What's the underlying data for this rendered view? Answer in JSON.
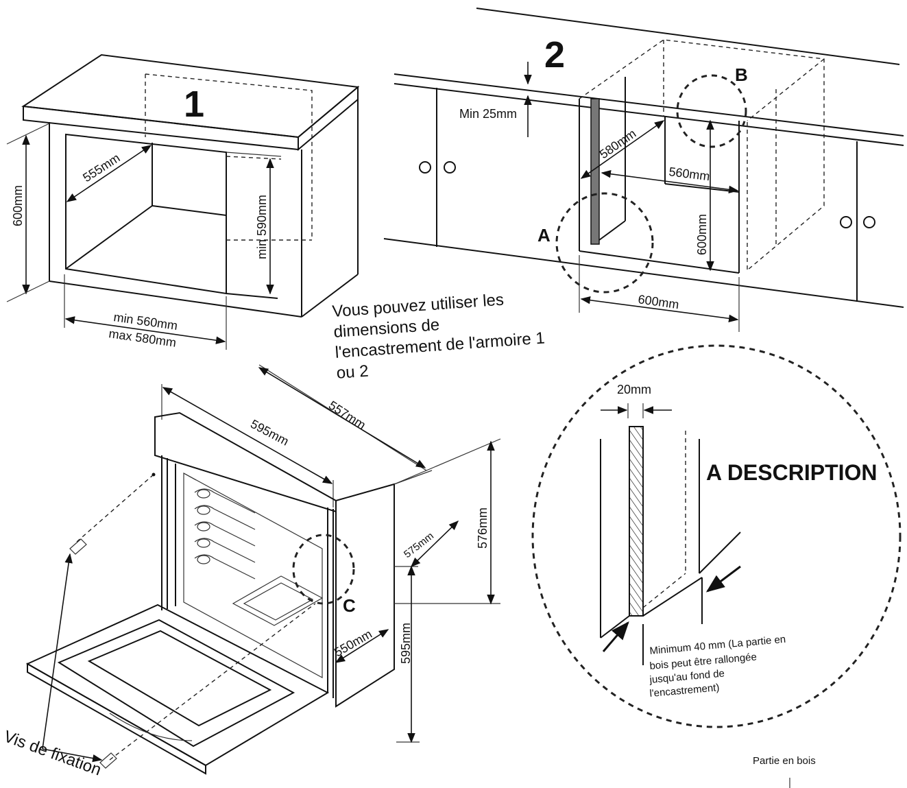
{
  "figure1": {
    "number": "1",
    "depth": "555mm",
    "height": "600mm",
    "min_height": "min 590mm",
    "width_min": "min 560mm",
    "width_max": "max 580mm"
  },
  "figure2": {
    "number": "2",
    "gap": "Min 25mm",
    "depth": "580mm",
    "inner_width": "560mm",
    "height": "600mm",
    "width": "600mm",
    "marker_a": "A",
    "marker_b": "B"
  },
  "note": {
    "line1": "Vous pouvez utiliser les",
    "line2": "dimensions de",
    "line3": "l'encastrement de l'armoire 1",
    "line4": "ou 2"
  },
  "oven": {
    "depth_total": "557mm",
    "width": "595mm",
    "height_top": "576mm",
    "side_depth": "575mm",
    "door_depth": "550mm",
    "height": "595mm",
    "marker_c": "C",
    "screws": "Vis de fixation"
  },
  "detail": {
    "title": "A DESCRIPTION",
    "thickness": "20mm",
    "min_line1": "Minimum 40 mm (La partie en",
    "min_line2": "bois peut être rallongée",
    "min_line3": "jusqu'au fond de",
    "min_line4": "l'encastrement)",
    "wood_part": "Partie en bois"
  }
}
